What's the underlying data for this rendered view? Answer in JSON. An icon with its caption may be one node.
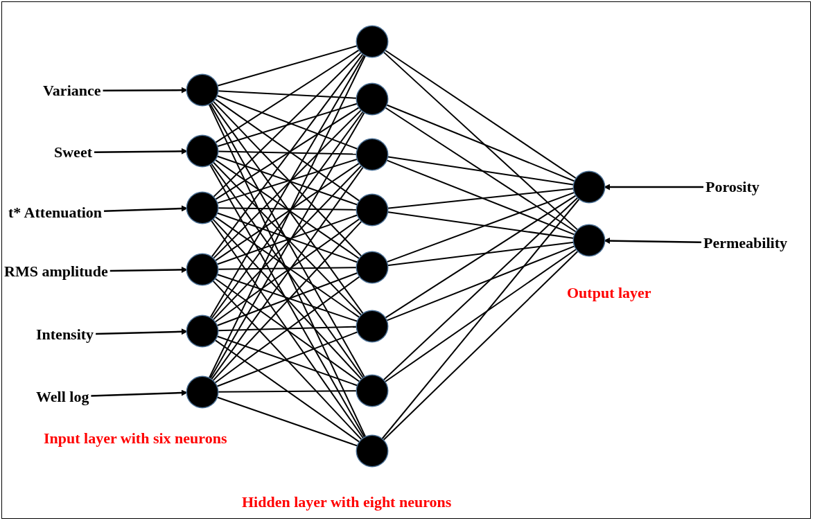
{
  "diagram": {
    "nodes": [
      {
        "text": [
          "Variance"
        ]
      },
      {
        "text": [
          "Sweet"
        ]
      },
      {
        "text": [
          "t* Attenuation"
        ]
      },
      {
        "text": [
          "RMS amplitude"
        ]
      },
      {
        "text": [
          "Intensity"
        ]
      },
      {
        "text": [
          "Well log"
        ]
      },
      {
        "text": [],
        "shape": "circle"
      },
      {
        "text": [],
        "shape": "circle"
      },
      {
        "text": [],
        "shape": "circle"
      },
      {
        "text": [],
        "shape": "circle"
      },
      {
        "text": [],
        "shape": "circle"
      },
      {
        "text": [],
        "shape": "circle"
      },
      {
        "text": [],
        "shape": "circle"
      },
      {
        "text": [],
        "shape": "circle"
      },
      {
        "text": [],
        "shape": "circle"
      },
      {
        "text": [],
        "shape": "circle"
      },
      {
        "text": [],
        "shape": "circle"
      },
      {
        "text": [],
        "shape": "circle"
      },
      {
        "text": [],
        "shape": "circle"
      },
      {
        "text": [],
        "shape": "circle"
      },
      {
        "text": [],
        "shape": "circle"
      },
      {
        "text": [],
        "shape": "circle"
      },
      {
        "text": [
          "Porosity"
        ]
      },
      {
        "text": [
          "Permeability"
        ]
      }
    ],
    "edges": [
      {
        "from": 0,
        "to": 6,
        "arrow": "to"
      },
      {
        "from": 1,
        "to": 7,
        "arrow": "to"
      },
      {
        "from": 2,
        "to": 8,
        "arrow": "to"
      },
      {
        "from": 3,
        "to": 9,
        "arrow": "to"
      },
      {
        "from": 4,
        "to": 10,
        "arrow": "to"
      },
      {
        "from": 5,
        "to": 11,
        "arrow": "to"
      },
      {
        "from": 6,
        "to": 12,
        "arrow": "none"
      },
      {
        "from": 6,
        "to": 13,
        "arrow": "none"
      },
      {
        "from": 6,
        "to": 14,
        "arrow": "none"
      },
      {
        "from": 6,
        "to": 15,
        "arrow": "none"
      },
      {
        "from": 6,
        "to": 16,
        "arrow": "none"
      },
      {
        "from": 6,
        "to": 17,
        "arrow": "none"
      },
      {
        "from": 6,
        "to": 18,
        "arrow": "none"
      },
      {
        "from": 6,
        "to": 19,
        "arrow": "none"
      },
      {
        "from": 7,
        "to": 12,
        "arrow": "none"
      },
      {
        "from": 7,
        "to": 13,
        "arrow": "none"
      },
      {
        "from": 7,
        "to": 14,
        "arrow": "none"
      },
      {
        "from": 7,
        "to": 15,
        "arrow": "none"
      },
      {
        "from": 7,
        "to": 16,
        "arrow": "none"
      },
      {
        "from": 7,
        "to": 17,
        "arrow": "none"
      },
      {
        "from": 7,
        "to": 18,
        "arrow": "none"
      },
      {
        "from": 7,
        "to": 19,
        "arrow": "none"
      },
      {
        "from": 8,
        "to": 12,
        "arrow": "none"
      },
      {
        "from": 8,
        "to": 13,
        "arrow": "none"
      },
      {
        "from": 8,
        "to": 14,
        "arrow": "none"
      },
      {
        "from": 8,
        "to": 15,
        "arrow": "none"
      },
      {
        "from": 8,
        "to": 16,
        "arrow": "none"
      },
      {
        "from": 8,
        "to": 17,
        "arrow": "none"
      },
      {
        "from": 8,
        "to": 18,
        "arrow": "none"
      },
      {
        "from": 8,
        "to": 19,
        "arrow": "none"
      },
      {
        "from": 9,
        "to": 12,
        "arrow": "none"
      },
      {
        "from": 9,
        "to": 13,
        "arrow": "none"
      },
      {
        "from": 9,
        "to": 14,
        "arrow": "none"
      },
      {
        "from": 9,
        "to": 15,
        "arrow": "none"
      },
      {
        "from": 9,
        "to": 16,
        "arrow": "none"
      },
      {
        "from": 9,
        "to": 17,
        "arrow": "none"
      },
      {
        "from": 9,
        "to": 18,
        "arrow": "none"
      },
      {
        "from": 9,
        "to": 19,
        "arrow": "none"
      },
      {
        "from": 10,
        "to": 12,
        "arrow": "none"
      },
      {
        "from": 10,
        "to": 13,
        "arrow": "none"
      },
      {
        "from": 10,
        "to": 14,
        "arrow": "none"
      },
      {
        "from": 10,
        "to": 15,
        "arrow": "none"
      },
      {
        "from": 10,
        "to": 16,
        "arrow": "none"
      },
      {
        "from": 10,
        "to": 17,
        "arrow": "none"
      },
      {
        "from": 10,
        "to": 18,
        "arrow": "none"
      },
      {
        "from": 10,
        "to": 19,
        "arrow": "none"
      },
      {
        "from": 11,
        "to": 12,
        "arrow": "none"
      },
      {
        "from": 11,
        "to": 13,
        "arrow": "none"
      },
      {
        "from": 11,
        "to": 14,
        "arrow": "none"
      },
      {
        "from": 11,
        "to": 15,
        "arrow": "none"
      },
      {
        "from": 11,
        "to": 16,
        "arrow": "none"
      },
      {
        "from": 11,
        "to": 17,
        "arrow": "none"
      },
      {
        "from": 11,
        "to": 18,
        "arrow": "none"
      },
      {
        "from": 11,
        "to": 19,
        "arrow": "none"
      },
      {
        "from": 12,
        "to": 20,
        "arrow": "none"
      },
      {
        "from": 12,
        "to": 21,
        "arrow": "none"
      },
      {
        "from": 13,
        "to": 20,
        "arrow": "none"
      },
      {
        "from": 13,
        "to": 21,
        "arrow": "none"
      },
      {
        "from": 14,
        "to": 20,
        "arrow": "none"
      },
      {
        "from": 14,
        "to": 21,
        "arrow": "none"
      },
      {
        "from": 15,
        "to": 20,
        "arrow": "none"
      },
      {
        "from": 15,
        "to": 21,
        "arrow": "none"
      },
      {
        "from": 16,
        "to": 20,
        "arrow": "none"
      },
      {
        "from": 16,
        "to": 21,
        "arrow": "none"
      },
      {
        "from": 17,
        "to": 20,
        "arrow": "none"
      },
      {
        "from": 17,
        "to": 21,
        "arrow": "none"
      },
      {
        "from": 18,
        "to": 20,
        "arrow": "none"
      },
      {
        "from": 18,
        "to": 21,
        "arrow": "none"
      },
      {
        "from": 19,
        "to": 20,
        "arrow": "none"
      },
      {
        "from": 19,
        "to": 21,
        "arrow": "none"
      },
      {
        "from": 22,
        "to": 20,
        "arrow": "to"
      },
      {
        "from": 23,
        "to": 21,
        "arrow": "to"
      }
    ],
    "labels": [
      "Input layer with six neurons",
      "Output layer",
      "Hidden layer with eight neurons"
    ]
  }
}
